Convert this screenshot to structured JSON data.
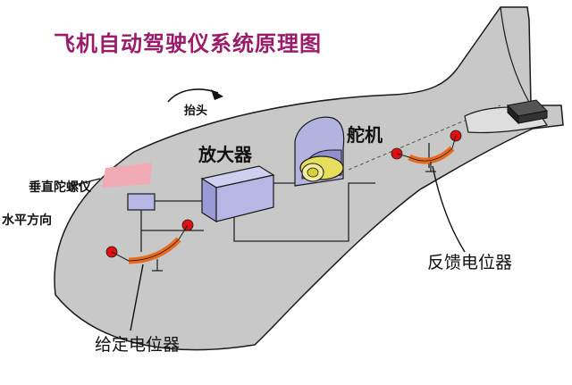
{
  "title": "飞机自动驾驶仪系统原理图",
  "labels": {
    "pitch_up": "抬头",
    "amplifier": "放大器",
    "servo": "舵机",
    "vertical_gyro": "垂直陀螺仪",
    "horizontal_direction": "水平方向",
    "feedback_potentiometer": "反馈电位器",
    "setpoint_potentiometer": "给定电位器"
  },
  "colors": {
    "title": "#9b1b6b",
    "fuselage": "#c8c8c8",
    "outline": "#1a1a1a",
    "amplifier_box": "#b7b7e6",
    "servo_body": "#b3b3e0",
    "cylinder": "#e6de5c",
    "arc": "#e86a1e",
    "knob": "#e01010",
    "gyro_box": "#b7b7e6",
    "gyro_patch": "#f2aab4"
  }
}
